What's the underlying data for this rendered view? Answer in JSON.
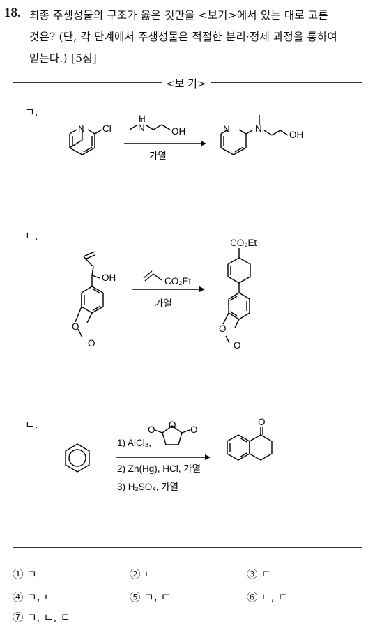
{
  "question": {
    "number": "18.",
    "line1": "최종 주생성물의 구조가 옳은 것만을 <보기>에서 있는 대로 고른",
    "line2": "것은? (단, 각 단계에서 주생성물은 적절한 분리·정제 과정을 통하여",
    "line3": "얻는다.) [5점]"
  },
  "box_title": "<보 기>",
  "items": {
    "a": {
      "label": "ㄱ.",
      "reactant_atoms": {
        "n": "N",
        "cl": "Cl"
      },
      "reagent_atoms": {
        "h": "H",
        "n": "N",
        "oh": "OH"
      },
      "condition": "가열",
      "product_atoms": {
        "n_ring": "N",
        "n": "N",
        "oh": "OH"
      }
    },
    "b": {
      "label": "ㄴ.",
      "reactant_atoms": {
        "oh": "OH",
        "o1": "O",
        "o2": "O"
      },
      "reagent": "CO₂Et",
      "condition": "가열",
      "product_atoms": {
        "ester": "CO₂Et",
        "o1": "O",
        "o2": "O"
      }
    },
    "c": {
      "label": "ㄷ.",
      "step1": "1) AlCl₃,",
      "step2": "2) Zn(Hg), HCl, 가열",
      "step3": "3) H₂SO₄, 가열",
      "anhydride_atoms": {
        "o_ring": "O",
        "o_left": "O",
        "o_right": "O"
      },
      "product_atoms": {
        "o": "O"
      }
    }
  },
  "choices": [
    {
      "num": "①",
      "text": "ㄱ"
    },
    {
      "num": "②",
      "text": "ㄴ"
    },
    {
      "num": "③",
      "text": "ㄷ"
    },
    {
      "num": "④",
      "text": "ㄱ, ㄴ"
    },
    {
      "num": "⑤",
      "text": "ㄱ, ㄷ"
    },
    {
      "num": "⑥",
      "text": "ㄴ, ㄷ"
    },
    {
      "num": "⑦",
      "text": "ㄱ, ㄴ, ㄷ"
    }
  ]
}
